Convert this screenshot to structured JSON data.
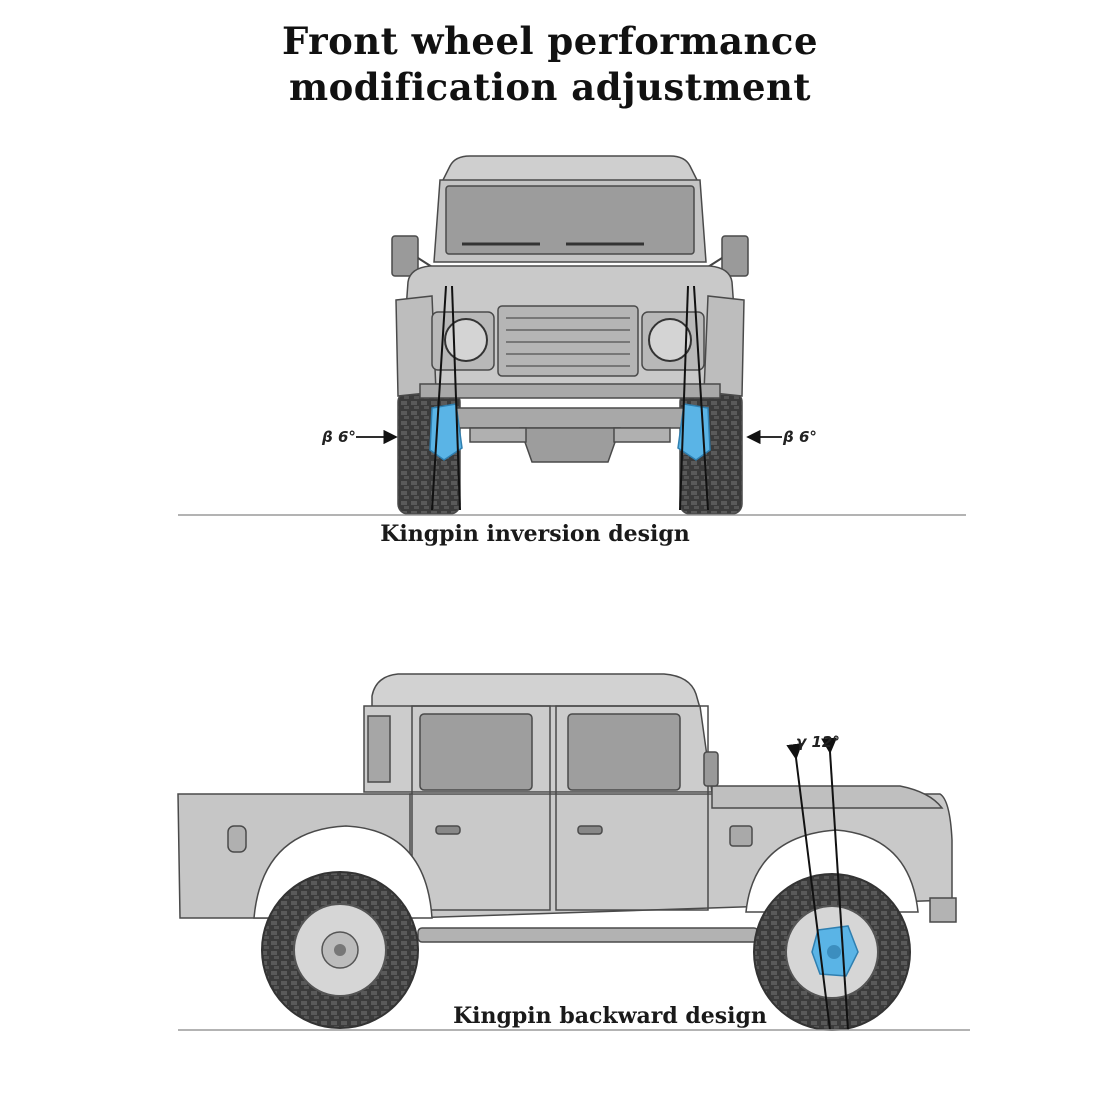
{
  "title": {
    "line1": "Front wheel performance",
    "line2": "modification adjustment"
  },
  "front_view": {
    "caption": "Kingpin inversion design",
    "left_angle": "β 6°",
    "right_angle": "β 6°"
  },
  "side_view": {
    "caption": "Kingpin backward design",
    "caster_angle": "γ 12°"
  },
  "colors": {
    "body": "#c8c8c8",
    "body_dark": "#8f8f8f",
    "glass": "#9a9a9a",
    "outline": "#4a4a4a",
    "tire": "#3a3a3a",
    "kingpin": "#5ab4e6",
    "ground_line": "#9a9a9a"
  }
}
